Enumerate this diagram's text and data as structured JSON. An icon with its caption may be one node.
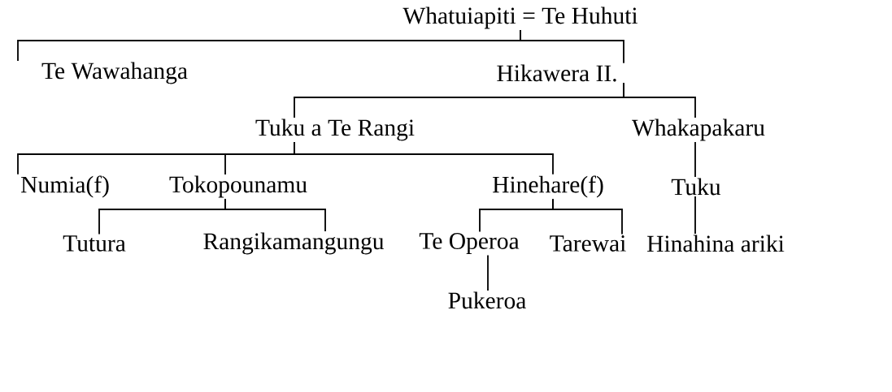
{
  "diagram": {
    "nodes": [
      {
        "text": [
          "Whatuiapiti = Te Huhuti"
        ]
      },
      {
        "text": [
          "Te Wawahanga"
        ]
      },
      {
        "text": [
          "Hikawera II."
        ]
      },
      {
        "text": [
          "Tuku a Te Rangi"
        ]
      },
      {
        "text": [
          "Whakapakaru"
        ]
      },
      {
        "text": [
          "Numia(f)"
        ]
      },
      {
        "text": [
          "Tokopounamu"
        ]
      },
      {
        "text": [
          "Hinehare(f)"
        ]
      },
      {
        "text": [
          "Tuku"
        ]
      },
      {
        "text": [
          "Tutura"
        ]
      },
      {
        "text": [
          "Rangikamangungu"
        ]
      },
      {
        "text": [
          "Te Operoa"
        ]
      },
      {
        "text": [
          "Tarewai"
        ]
      },
      {
        "text": [
          "Hinahina ariki"
        ]
      },
      {
        "text": [
          "Pukeroa"
        ]
      }
    ],
    "edges": [
      {
        "from": 0,
        "to": 1,
        "arrow": "none"
      },
      {
        "from": 0,
        "to": 2,
        "arrow": "none"
      },
      {
        "from": 2,
        "to": 3,
        "arrow": "none"
      },
      {
        "from": 2,
        "to": 4,
        "arrow": "none"
      },
      {
        "from": 3,
        "to": 5,
        "arrow": "none"
      },
      {
        "from": 3,
        "to": 6,
        "arrow": "none"
      },
      {
        "from": 3,
        "to": 7,
        "arrow": "none"
      },
      {
        "from": 4,
        "to": 8,
        "arrow": "none"
      },
      {
        "from": 6,
        "to": 9,
        "arrow": "none"
      },
      {
        "from": 6,
        "to": 10,
        "arrow": "none"
      },
      {
        "from": 7,
        "to": 11,
        "arrow": "none"
      },
      {
        "from": 7,
        "to": 12,
        "arrow": "none"
      },
      {
        "from": 8,
        "to": 13,
        "arrow": "none"
      },
      {
        "from": 11,
        "to": 14,
        "arrow": "none"
      }
    ]
  }
}
